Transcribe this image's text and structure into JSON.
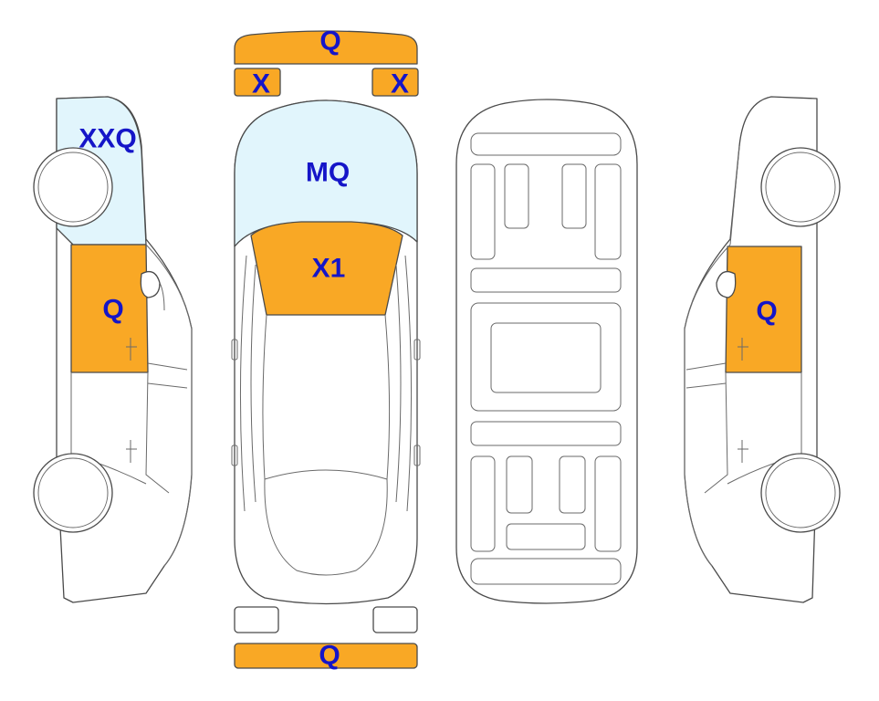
{
  "colors": {
    "damage": "#f9a825",
    "glass": "#e1f5fc",
    "outline": "#4a4a4a",
    "label": "#1515c8"
  },
  "labels": {
    "front_bumper": "Q",
    "headlight_left": "X",
    "headlight_right": "X",
    "windshield": "MQ",
    "hood": "X1",
    "left_rear_window": "XXQ",
    "left_rear_door": "Q",
    "right_rear_door": "Q",
    "rear_bumper": "Q"
  }
}
